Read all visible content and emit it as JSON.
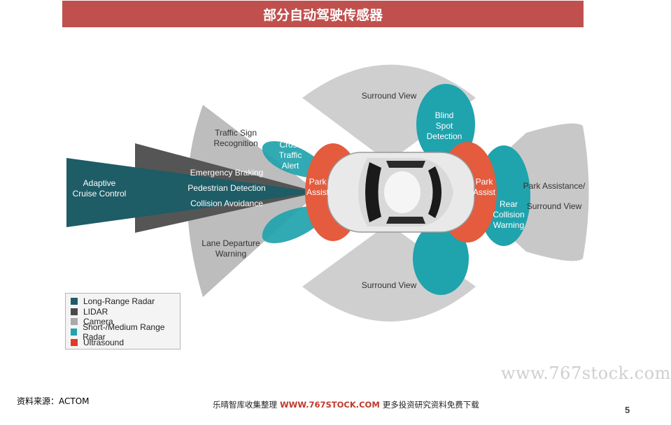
{
  "title": "部分自动驾驶传感器",
  "labels": {
    "adaptive_1": "Adaptive",
    "adaptive_2": "Cruise Control",
    "emergency": "Emergency Braking",
    "pedestrian": "Pedestrian Detection",
    "collision": "Collision Avoidance",
    "traffic_sign_1": "Traffic Sign",
    "traffic_sign_2": "Recognition",
    "lane_1": "Lane Departure",
    "lane_2": "Warning",
    "cross_1": "Cross",
    "cross_2": "Traffic",
    "cross_3": "Alert",
    "surround_top": "Surround View",
    "surround_bottom": "Surround View",
    "blind_1": "Blind",
    "blind_2": "Spot",
    "blind_3": "Detection",
    "park_front_1": "Park",
    "park_front_2": "Assist",
    "park_rear_1": "Park",
    "park_rear_2": "Assist",
    "rear_coll_1": "Rear",
    "rear_coll_2": "Collision",
    "rear_coll_3": "Warning",
    "park_assist_1": "Park Assistance/",
    "park_assist_2": "Surround View"
  },
  "legend": [
    {
      "label": "Long-Range Radar",
      "color": "#1e5c66"
    },
    {
      "label": "LIDAR",
      "color": "#4a4a4a"
    },
    {
      "label": "Camera",
      "color": "#a9a9a9"
    },
    {
      "label": "Short-/Medium Range Radar",
      "color": "#1fa3ad"
    },
    {
      "label": "Ultrasound",
      "color": "#e03a2a"
    }
  ],
  "watermark": "www.767stock.com",
  "source": "资料来源：ACTOM",
  "footer": {
    "prefix": "乐晴智库收集整理",
    "site": "WWW.767STOCK.COM",
    "suffix": "更多投资研究资料免费下载"
  },
  "page_number": "5"
}
